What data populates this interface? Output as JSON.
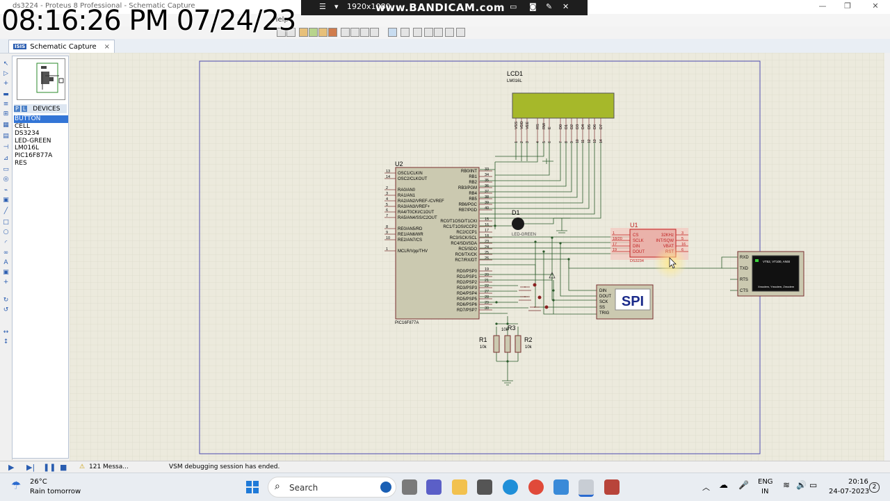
{
  "window": {
    "title": "ds3224 - Proteus 8 Professional - Schematic Capture"
  },
  "recording": {
    "timestamp": "08:16:26 PM 07/24/23",
    "resolution": "1920x1080",
    "brand": "www.BANDICAM.com"
  },
  "menu": {
    "help": "Help"
  },
  "tab": {
    "badge": "ISIS",
    "label": "Schematic Capture",
    "close": "×"
  },
  "devices": {
    "header": "DEVICES",
    "p_label": "P",
    "l_label": "L",
    "items": [
      "BUTTON",
      "CELL",
      "DS3234",
      "LED-GREEN",
      "LM016L",
      "PIC16F877A",
      "RES"
    ]
  },
  "status": {
    "messages": "121 Messa...",
    "text": "VSM debugging session has ended."
  },
  "taskbar": {
    "temperature": "26°C",
    "weather": "Rain tomorrow",
    "search": "Search",
    "lang1": "ENG",
    "lang2": "IN",
    "time": "20:16",
    "date": "24-07-2023",
    "badge": "2"
  },
  "schematic": {
    "lcd_ref": "LCD1",
    "lcd_part": "LM016L",
    "lcd_pins": [
      "VSS",
      "VDD",
      "VEE",
      "RS",
      "RW",
      "E",
      "D0",
      "D1",
      "D2",
      "D3",
      "D4",
      "D5",
      "D6",
      "D7"
    ],
    "lcd_pin_nums": [
      "1",
      "2",
      "3",
      "4",
      "5",
      "6",
      "7",
      "8",
      "9",
      "10",
      "11",
      "12",
      "13",
      "14"
    ],
    "mcu_ref": "U2",
    "mcu_part": "PIC16F877A",
    "mcu_left_pins": [
      {
        "num": "13",
        "name": "OSC1/CLKIN"
      },
      {
        "num": "14",
        "name": "OSC2/CLKOUT"
      },
      {
        "num": "2",
        "name": "RA0/AN0"
      },
      {
        "num": "3",
        "name": "RA1/AN1"
      },
      {
        "num": "4",
        "name": "RA2/AN2/VREF-/CVREF"
      },
      {
        "num": "5",
        "name": "RA3/AN3/VREF+"
      },
      {
        "num": "6",
        "name": "RA4/T0CKI/C1OUT"
      },
      {
        "num": "7",
        "name": "RA5/AN4/SS/C2OUT"
      },
      {
        "num": "8",
        "name": "RE0/AN5/RD"
      },
      {
        "num": "9",
        "name": "RE1/AN6/WR"
      },
      {
        "num": "10",
        "name": "RE2/AN7/CS"
      },
      {
        "num": "1",
        "name": "MCLR/Vpp/THV"
      }
    ],
    "mcu_right_pins": [
      {
        "num": "33",
        "name": "RB0/INT"
      },
      {
        "num": "34",
        "name": "RB1"
      },
      {
        "num": "35",
        "name": "RB2"
      },
      {
        "num": "36",
        "name": "RB3/PGM"
      },
      {
        "num": "37",
        "name": "RB4"
      },
      {
        "num": "38",
        "name": "RB5"
      },
      {
        "num": "39",
        "name": "RB6/PGC"
      },
      {
        "num": "40",
        "name": "RB7/PGD"
      },
      {
        "num": "15",
        "name": "RC0/T1OSO/T1CKI"
      },
      {
        "num": "16",
        "name": "RC1/T1OSI/CCP2"
      },
      {
        "num": "17",
        "name": "RC2/CCP1"
      },
      {
        "num": "18",
        "name": "RC3/SCK/SCL"
      },
      {
        "num": "23",
        "name": "RC4/SDI/SDA"
      },
      {
        "num": "24",
        "name": "RC5/SDO"
      },
      {
        "num": "25",
        "name": "RC6/TX/CK"
      },
      {
        "num": "26",
        "name": "RC7/RX/DT"
      },
      {
        "num": "19",
        "name": "RD0/PSP0"
      },
      {
        "num": "20",
        "name": "RD1/PSP1"
      },
      {
        "num": "21",
        "name": "RD2/PSP2"
      },
      {
        "num": "22",
        "name": "RD3/PSP3"
      },
      {
        "num": "27",
        "name": "RD4/PSP4"
      },
      {
        "num": "28",
        "name": "RD5/PSP5"
      },
      {
        "num": "29",
        "name": "RD6/PSP6"
      },
      {
        "num": "30",
        "name": "RD7/PSP7"
      }
    ],
    "led_ref": "D1",
    "led_part": "LED-GREEN",
    "rtc_ref": "U1",
    "rtc_part": "DS3234",
    "rtc_left": [
      {
        "num": "1",
        "name": "CS"
      },
      {
        "num": "18/20",
        "name": "SCLK"
      },
      {
        "num": "17",
        "name": "DIN"
      },
      {
        "num": "19",
        "name": "DOUT"
      }
    ],
    "rtc_right": [
      {
        "num": "3",
        "name": "32KHz"
      },
      {
        "num": "5",
        "name": "INT/SQW"
      },
      {
        "num": "16",
        "name": "VBAT"
      },
      {
        "num": "6",
        "name": "RST"
      }
    ],
    "spi_label": "SPI",
    "spi_pins": [
      "DIN",
      "DOUT",
      "SCK",
      "SS",
      "TRIG"
    ],
    "vt_pins": [
      "RXD",
      "TXD",
      "RTS",
      "CTS"
    ],
    "vt_screen_top": "VT52, VT100, ANSI",
    "vt_screen_bottom": "Xmodem, Ymodem, Zmodem",
    "r1_ref": "R1",
    "r1_val": "10k",
    "r2_ref": "R2",
    "r2_val": "10k",
    "r3_ref": "R3",
    "r3_val": "10k"
  }
}
